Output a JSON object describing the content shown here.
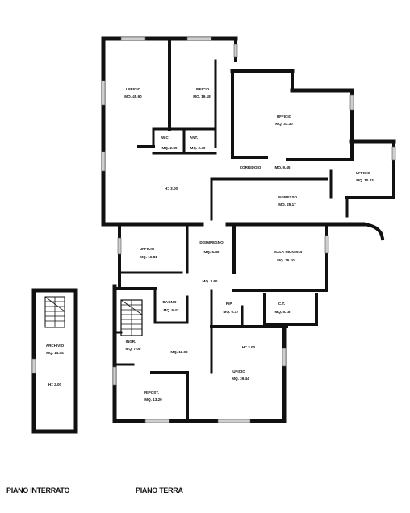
{
  "colors": {
    "wall": "#111111",
    "window": "#cfcfcf",
    "background": "#ffffff"
  },
  "captions": {
    "basement": "PIANO INTERRATO",
    "ground": "PIANO TERRA"
  },
  "rooms": {
    "ufficio_45": "UFFICIO",
    "ufficio_45_area": "MQ. 45.90",
    "ufficio_19": "UFFICIO",
    "ufficio_19_area": "MQ. 19.18",
    "ufficio_33": "UFFICIO",
    "ufficio_33_area": "MQ. 33.30",
    "wc": "W.C.",
    "wc_area": "MQ. 2.80",
    "ant": "ANT.",
    "ant_area": "MQ. 2.40",
    "corridoio": "CORRIDOIO",
    "corridoio_area": "MQ. 9.45",
    "ufficio_10": "UFFICIO",
    "ufficio_10_area": "MQ. 10.43",
    "height_1": "H= 3.00",
    "ingresso": "INGRESSO",
    "ingresso_area": "MQ. 25.17",
    "ufficio_16": "UFFICIO",
    "ufficio_16_area": "MQ. 16.81",
    "disimpegno": "DISIMPEGNO",
    "disimpegno_area": "MQ. 5.40",
    "sala_riunioni": "SALA RIUNIONI",
    "sala_riunioni_area": "MQ. 25.10",
    "misc_area": "MQ. 3.60",
    "bagno": "BAGNO",
    "bagno_area": "MQ. 5.43",
    "rip": "RIP.",
    "rip_area": "MQ. 0.37",
    "ct": "C.T.",
    "ct_area": "MQ. 5.18",
    "ingr": "INGR.",
    "ingr_area": "MQ. 7.08",
    "lower_area": "MQ. 11.08",
    "height_2": "H= 3.00",
    "ufficio_29": "UFICIO",
    "ufficio_29_area": "MQ. 29.44",
    "ripost": "RIPOST.",
    "ripost_area": "MQ. 13.20",
    "archivio": "ARCHIVIO",
    "archivio_area": "MQ. 14.04",
    "height_3": "H= 2.00"
  }
}
